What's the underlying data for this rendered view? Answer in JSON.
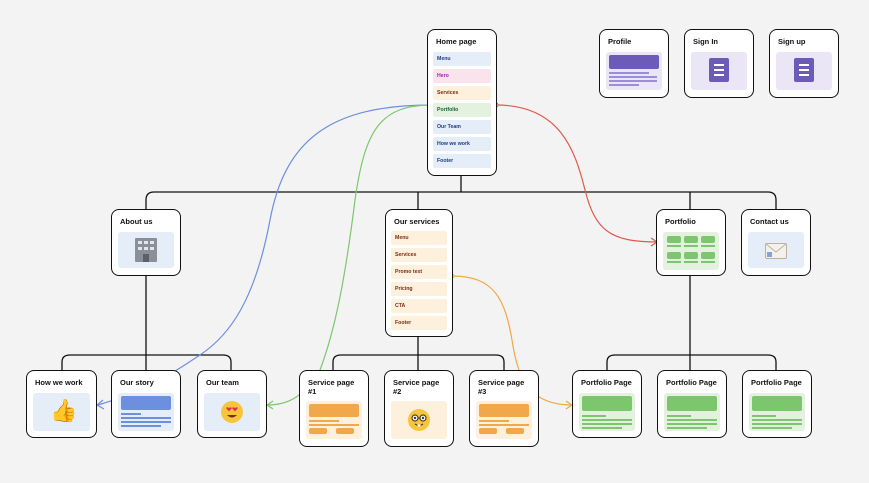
{
  "home": {
    "title": "Home page",
    "rows": [
      "Menu",
      "Hero",
      "Services",
      "Portfolio",
      "Our Team",
      "How we work",
      "Footer"
    ]
  },
  "profile": {
    "title": "Profile"
  },
  "sign_in": {
    "title": "Sign In"
  },
  "sign_up": {
    "title": "Sign up"
  },
  "about": {
    "title": "About us"
  },
  "services": {
    "title": "Our services",
    "rows": [
      "Menu",
      "Services",
      "Promo text",
      "Pricing",
      "CTA",
      "Footer"
    ]
  },
  "portfolio": {
    "title": "Portfolio"
  },
  "contact": {
    "title": "Contact us"
  },
  "how_we_work": {
    "title": "How we work"
  },
  "our_story": {
    "title": "Our story"
  },
  "our_team": {
    "title": "Our team"
  },
  "service_page_1": {
    "title": "Service page #1"
  },
  "service_page_2": {
    "title": "Service page #2"
  },
  "service_page_3": {
    "title": "Service page #3"
  },
  "portfolio_pages": [
    "Portfolio Page",
    "Portfolio Page",
    "Portfolio Page"
  ],
  "icons": {
    "about": "office-building-icon",
    "contact": "envelope-icon",
    "how_we_work": "thumbs-up-icon",
    "our_team": "heart-eyes-face-icon",
    "service_2": "nerd-face-icon"
  },
  "colors": {
    "menu": "#e4edf8",
    "hero": "#fbe3ee",
    "services": "#fdf0dc",
    "portfolio": "#e3f1de",
    "our_team": "#e4edf8",
    "how_we_work": "#e4edf8",
    "footer": "#e4edf8",
    "service_rows": "#fdf0dc",
    "blue": "#6d8fe0",
    "green": "#7cc66e",
    "red": "#e2584a",
    "orange": "#f0a84a"
  }
}
